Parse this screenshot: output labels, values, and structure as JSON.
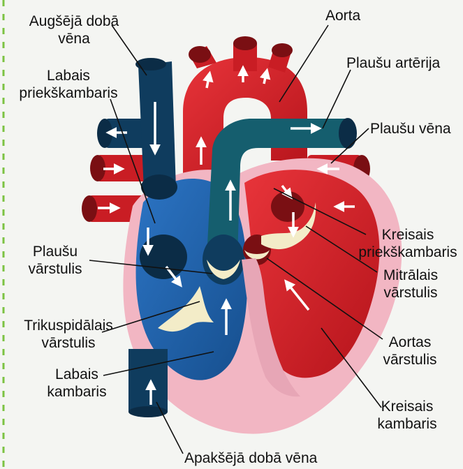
{
  "labels": {
    "superior_vena_cava": [
      "Augšējā dobā",
      "vēna"
    ],
    "right_atrium": [
      "Labais",
      "priekškambaris"
    ],
    "pulmonary_valve": [
      "Plaušu",
      "vārstulis"
    ],
    "tricuspid_valve": [
      "Trikuspidālais",
      "vārstulis"
    ],
    "right_ventricle": [
      "Labais",
      "kambaris"
    ],
    "inferior_vena_cava": [
      "Apakšējā dobā vēna"
    ],
    "aorta": [
      "Aorta"
    ],
    "pulmonary_artery": [
      "Plaušu artērija"
    ],
    "pulmonary_vein": [
      "Plaušu vēna"
    ],
    "left_atrium": [
      "Kreisais",
      "priekškambaris"
    ],
    "mitral_valve": [
      "Mitrālais",
      "vārstulis"
    ],
    "aortic_valve": [
      "Aortas",
      "vārstulis"
    ],
    "left_ventricle": [
      "Kreisais",
      "kambaris"
    ]
  },
  "colors": {
    "deoxygenated": "#1f5fa8",
    "deoxygenated_dark": "#0f3c5e",
    "oxygenated": "#d8232a",
    "oxygenated_dark": "#8e1216",
    "pericardium": "#f2b6c3",
    "valve": "#f3ecc8",
    "background": "#f4f5f2"
  }
}
